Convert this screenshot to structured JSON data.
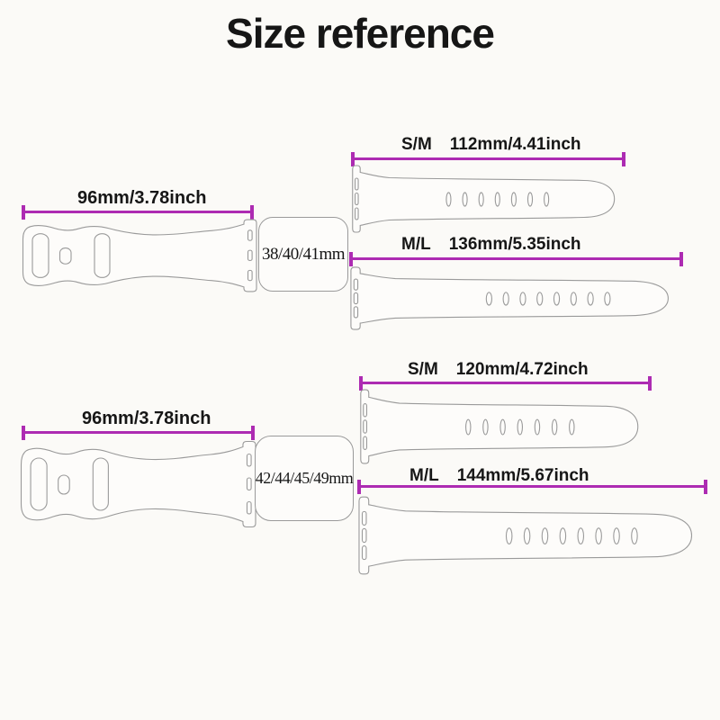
{
  "title": "Size reference",
  "colors": {
    "measure_line": "#ad2bb2",
    "band_outline": "#9a9a9a",
    "text": "#161616",
    "background": "#fbfaf7"
  },
  "groups": [
    {
      "case_sizes": "38/40/41mm",
      "band_length_label": "96mm/3.78inch",
      "straps": [
        {
          "size": "S/M",
          "length": "112mm/4.41inch",
          "holes": 7
        },
        {
          "size": "M/L",
          "length": "136mm/5.35inch",
          "holes": 8
        }
      ]
    },
    {
      "case_sizes": "42/44/45/49mm",
      "band_length_label": "96mm/3.78inch",
      "straps": [
        {
          "size": "S/M",
          "length": "120mm/4.72inch",
          "holes": 7
        },
        {
          "size": "M/L",
          "length": "144mm/5.67inch",
          "holes": 8
        }
      ]
    }
  ]
}
